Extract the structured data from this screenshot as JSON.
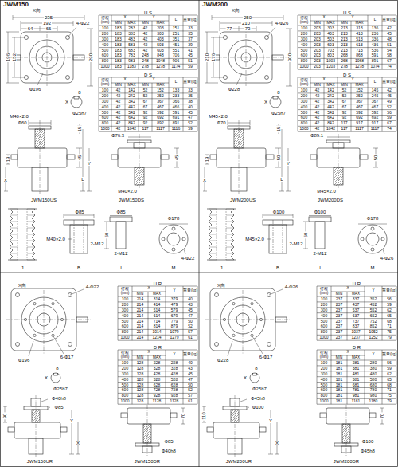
{
  "diagram": {
    "labels": [
      "JWM150",
      "X向",
      "235",
      "192",
      "64",
      "66",
      "4-Ф22",
      "196",
      "152",
      "290",
      "Ф196",
      "U S",
      "行程(mm)",
      "X",
      "Y",
      "L",
      "重量(kg)",
      "MIN",
      "MAX",
      "MIN",
      "MAX",
      "100",
      "183",
      "283",
      "42",
      "203",
      "151",
      "33",
      "200",
      "183",
      "383",
      "42",
      "303",
      "251",
      "35",
      "300",
      "183",
      "483",
      "42",
      "403",
      "351",
      "37",
      "400",
      "183",
      "583",
      "42",
      "503",
      "451",
      "39",
      "500",
      "183",
      "683",
      "42",
      "603",
      "551",
      "41",
      "600",
      "183",
      "783",
      "248",
      "848",
      "706",
      "45",
      "800",
      "183",
      "983",
      "248",
      "1048",
      "906",
      "51",
      "1000",
      "183",
      "1183",
      "278",
      "1278",
      "1174",
      "59",
      "D S",
      "行程(mm)",
      "X",
      "Y",
      "L",
      "重量(kg)",
      "MIN",
      "MAX",
      "MIN",
      "MAX",
      "100",
      "42",
      "142",
      "52",
      "152",
      "133",
      "33",
      "200",
      "42",
      "242",
      "52",
      "252",
      "233",
      "35",
      "300",
      "42",
      "342",
      "67",
      "367",
      "366",
      "38",
      "400",
      "42",
      "442",
      "67",
      "467",
      "466",
      "40",
      "500",
      "42",
      "542",
      "92",
      "592",
      "591",
      "45",
      "600",
      "42",
      "642",
      "92",
      "692",
      "691",
      "47",
      "800",
      "42",
      "842",
      "92",
      "892",
      "891",
      "52",
      "1000",
      "42",
      "1042",
      "117",
      "1117",
      "1116",
      "59",
      "8",
      "X",
      "Ф25h7",
      "M40×2.0",
      "Ф60",
      "15",
      "45",
      "19",
      "L",
      "Y",
      "X",
      "Ф76.3",
      "45",
      "M40×2.0",
      "JWM150US",
      "JWM150DS",
      "Ф85",
      "M40×2.0",
      "2-M12",
      "Ф85",
      "50",
      "2-M12",
      "Ф178",
      "4-Ф22",
      "J",
      "B",
      "I",
      "M",
      "JWM200",
      "X向",
      "250",
      "210",
      "77",
      "73",
      "4-Ф26",
      "210",
      "176",
      "300",
      "Ф228",
      "U S",
      "行程(mm)",
      "X",
      "Y",
      "L",
      "重量(kg)",
      "MIN",
      "MAX",
      "MIN",
      "MAX",
      "100",
      "203",
      "303",
      "213",
      "313",
      "136",
      "42",
      "200",
      "203",
      "403",
      "213",
      "413",
      "236",
      "45",
      "300",
      "203",
      "503",
      "213",
      "513",
      "336",
      "48",
      "400",
      "203",
      "603",
      "213",
      "613",
      "436",
      "51",
      "500",
      "203",
      "703",
      "213",
      "713",
      "536",
      "54",
      "600",
      "203",
      "803",
      "268",
      "868",
      "591",
      "58",
      "800",
      "203",
      "1003",
      "268",
      "1068",
      "891",
      "67",
      "1000",
      "203",
      "1203",
      "278",
      "1278",
      "1074",
      "74",
      "D S",
      "行程(mm)",
      "X",
      "Y",
      "L",
      "重量(kg)",
      "MIN",
      "MAX",
      "MIN",
      "MAX",
      "100",
      "42",
      "142",
      "52",
      "152",
      "145",
      "42",
      "200",
      "42",
      "242",
      "52",
      "252",
      "245",
      "45",
      "300",
      "42",
      "342",
      "67",
      "367",
      "367",
      "49",
      "400",
      "42",
      "442",
      "67",
      "467",
      "467",
      "52",
      "500",
      "42",
      "542",
      "92",
      "592",
      "592",
      "56",
      "600",
      "42",
      "642",
      "92",
      "692",
      "692",
      "59",
      "800",
      "42",
      "842",
      "117",
      "917",
      "917",
      "67",
      "1000",
      "42",
      "1042",
      "117",
      "1117",
      "1117",
      "74",
      "8",
      "X",
      "Ф25h7",
      "M45×2.0",
      "Ф70",
      "15",
      "50",
      "19",
      "L",
      "Y",
      "X",
      "Ф89.1",
      "50",
      "M45×2.0",
      "JWM200US",
      "JWM200DS",
      "Ф100",
      "M45×2.0",
      "2-M12",
      "Ф100",
      "50",
      "2-M12",
      "Ф178",
      "4-Ф26",
      "J",
      "B",
      "I",
      "M",
      "X向",
      "4-Ф22",
      "Ф196",
      "6-Ф17",
      "U R",
      "行程(mm)",
      "X",
      "Y",
      "重量(kg)",
      "MIN",
      "MAX",
      "100",
      "214",
      "314",
      "379",
      "40",
      "200",
      "214",
      "414",
      "479",
      "43",
      "300",
      "214",
      "514",
      "579",
      "45",
      "400",
      "214",
      "614",
      "679",
      "47",
      "500",
      "214",
      "714",
      "779",
      "50",
      "600",
      "214",
      "814",
      "879",
      "52",
      "800",
      "214",
      "1014",
      "1079",
      "57",
      "1000",
      "214",
      "1214",
      "1279",
      "61",
      "D R",
      "行程(mm)",
      "X",
      "Y",
      "重量(kg)",
      "MIN",
      "MAX",
      "100",
      "128",
      "228",
      "228",
      "40",
      "200",
      "128",
      "328",
      "328",
      "43",
      "300",
      "128",
      "428",
      "428",
      "45",
      "400",
      "128",
      "528",
      "528",
      "47",
      "500",
      "128",
      "628",
      "628",
      "50",
      "600",
      "128",
      "728",
      "728",
      "52",
      "800",
      "128",
      "928",
      "928",
      "57",
      "1000",
      "128",
      "1128",
      "1128",
      "61",
      "8",
      "X",
      "Ф25h7",
      "Ф40h8",
      "Ф85",
      "90",
      "Y",
      "X",
      "Ф85",
      "70",
      "Ф40h8",
      "JWM150UR",
      "JWM150DR",
      "X向",
      "4-Ф26",
      "Ф228",
      "6-Ф17",
      "U R",
      "行程(mm)",
      "X",
      "Y",
      "重量(kg)",
      "MIN",
      "MAX",
      "100",
      "237",
      "337",
      "352",
      "56",
      "200",
      "237",
      "437",
      "452",
      "59",
      "300",
      "237",
      "537",
      "552",
      "62",
      "400",
      "237",
      "637",
      "652",
      "65",
      "500",
      "237",
      "737",
      "752",
      "68",
      "600",
      "237",
      "837",
      "852",
      "71",
      "800",
      "237",
      "1037",
      "1052",
      "75",
      "1000",
      "237",
      "1237",
      "1252",
      "79",
      "D R",
      "行程(mm)",
      "X",
      "Y",
      "重量(kg)",
      "MIN",
      "MAX",
      "100",
      "181",
      "281",
      "280",
      "56",
      "200",
      "181",
      "381",
      "380",
      "59",
      "300",
      "181",
      "481",
      "480",
      "62",
      "400",
      "181",
      "581",
      "580",
      "65",
      "500",
      "181",
      "681",
      "680",
      "68",
      "600",
      "181",
      "781",
      "780",
      "71",
      "800",
      "181",
      "981",
      "980",
      "75",
      "1000",
      "181",
      "1181",
      "1180",
      "79",
      "8",
      "X",
      "Ф25h7",
      "Ф45h8",
      "Ф100",
      "110",
      "Y",
      "X",
      "Ф100",
      "70",
      "Ф45h8",
      "JWM200UR",
      "JWM200DR"
    ]
  }
}
